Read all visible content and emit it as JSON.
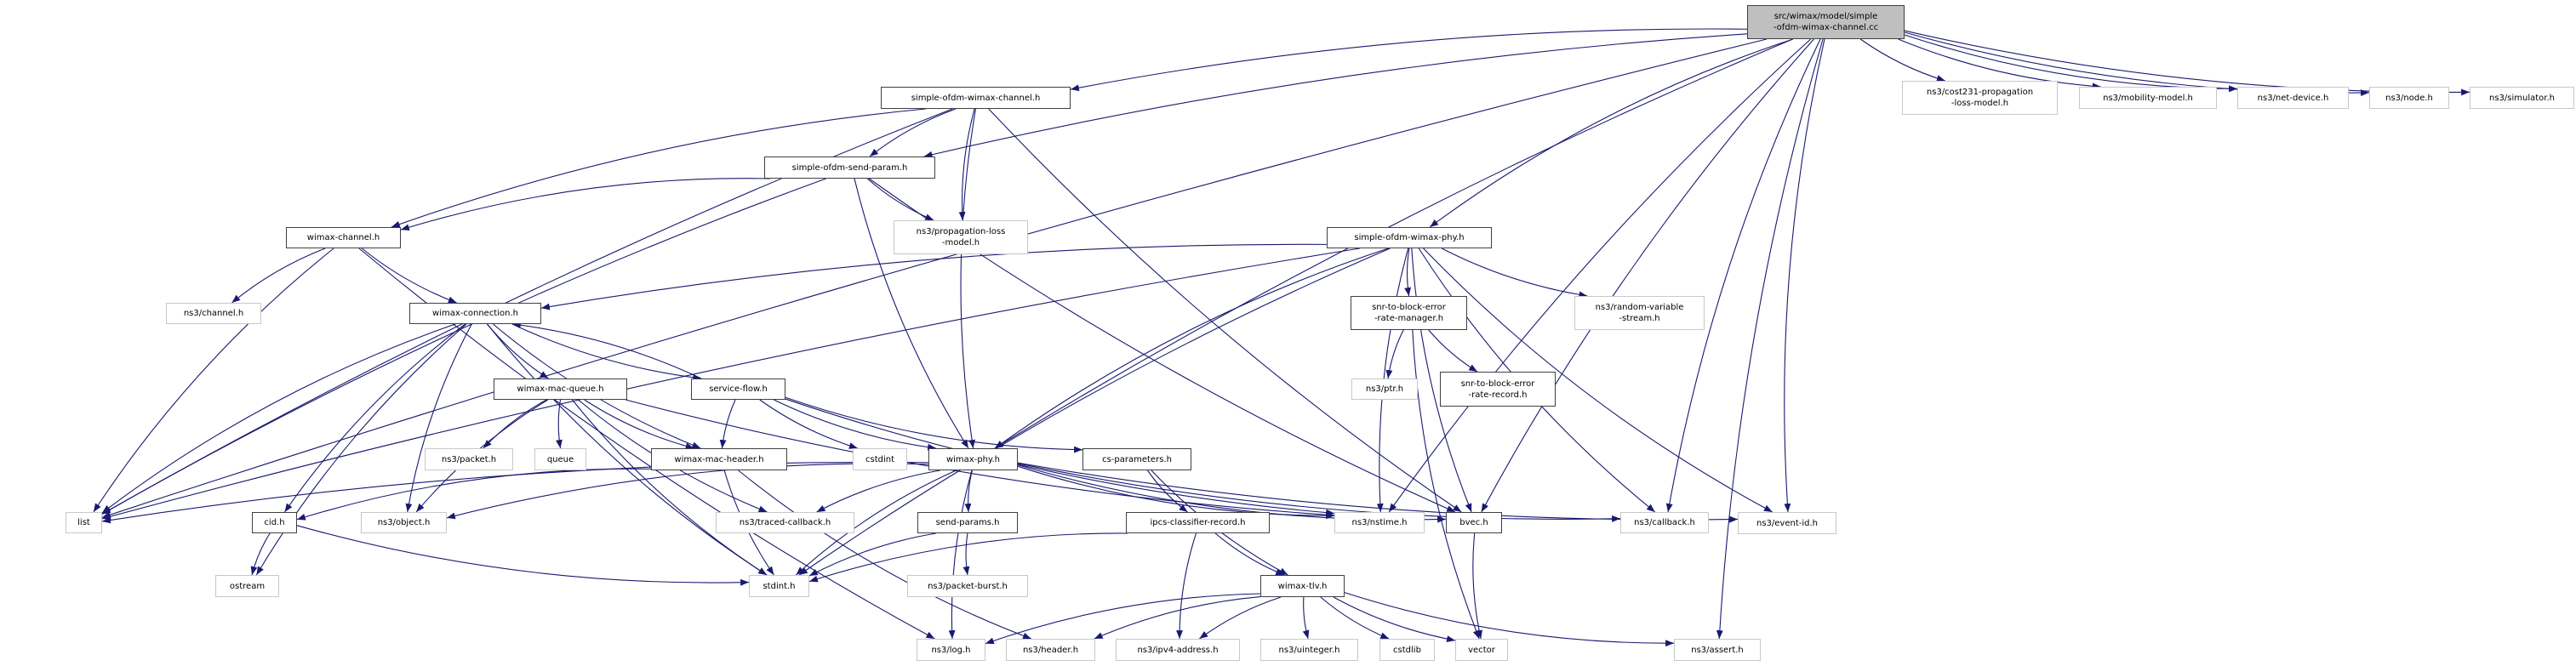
{
  "colors": {
    "edge": "#191970",
    "project_border": "#404040",
    "external_border": "#c8c8c8",
    "root_fill": "#bfbfbf"
  },
  "nodes": [
    {
      "id": "root",
      "label": "src/wimax/model/simple\n-ofdm-wimax-channel.cc",
      "kind": "root"
    },
    {
      "id": "sowc",
      "label": "simple-ofdm-wimax-channel.h",
      "kind": "project"
    },
    {
      "id": "sosp",
      "label": "simple-ofdm-send-param.h",
      "kind": "project"
    },
    {
      "id": "wch",
      "label": "wimax-channel.h",
      "kind": "project"
    },
    {
      "id": "chan",
      "label": "ns3/channel.h",
      "kind": "external"
    },
    {
      "id": "prop",
      "label": "ns3/propagation-loss\n-model.h",
      "kind": "external"
    },
    {
      "id": "sowp",
      "label": "simple-ofdm-wimax-phy.h",
      "kind": "project"
    },
    {
      "id": "wcon",
      "label": "wimax-connection.h",
      "kind": "project"
    },
    {
      "id": "snrm",
      "label": "snr-to-block-error\n-rate-manager.h",
      "kind": "project"
    },
    {
      "id": "rvs",
      "label": "ns3/random-variable\n-stream.h",
      "kind": "external"
    },
    {
      "id": "cost",
      "label": "ns3/cost231-propagation\n-loss-model.h",
      "kind": "external"
    },
    {
      "id": "mob",
      "label": "ns3/mobility-model.h",
      "kind": "external"
    },
    {
      "id": "netdev",
      "label": "ns3/net-device.h",
      "kind": "external"
    },
    {
      "id": "node",
      "label": "ns3/node.h",
      "kind": "external"
    },
    {
      "id": "sim",
      "label": "ns3/simulator.h",
      "kind": "external"
    },
    {
      "id": "wmq",
      "label": "wimax-mac-queue.h",
      "kind": "project"
    },
    {
      "id": "sf",
      "label": "service-flow.h",
      "kind": "project"
    },
    {
      "id": "ptr",
      "label": "ns3/ptr.h",
      "kind": "external"
    },
    {
      "id": "snrr",
      "label": "snr-to-block-error\n-rate-record.h",
      "kind": "project"
    },
    {
      "id": "pkt",
      "label": "ns3/packet.h",
      "kind": "external"
    },
    {
      "id": "queue",
      "label": "queue",
      "kind": "external"
    },
    {
      "id": "wmh",
      "label": "wimax-mac-header.h",
      "kind": "project"
    },
    {
      "id": "cstdint",
      "label": "cstdint",
      "kind": "external"
    },
    {
      "id": "wphy",
      "label": "wimax-phy.h",
      "kind": "project"
    },
    {
      "id": "csp",
      "label": "cs-parameters.h",
      "kind": "project"
    },
    {
      "id": "list",
      "label": "list",
      "kind": "external"
    },
    {
      "id": "cid",
      "label": "cid.h",
      "kind": "project"
    },
    {
      "id": "obj",
      "label": "ns3/object.h",
      "kind": "external"
    },
    {
      "id": "tcb",
      "label": "ns3/traced-callback.h",
      "kind": "external"
    },
    {
      "id": "sendp",
      "label": "send-params.h",
      "kind": "project"
    },
    {
      "id": "ipcs",
      "label": "ipcs-classifier-record.h",
      "kind": "project"
    },
    {
      "id": "nstime",
      "label": "ns3/nstime.h",
      "kind": "external"
    },
    {
      "id": "bvec",
      "label": "bvec.h",
      "kind": "project"
    },
    {
      "id": "cb",
      "label": "ns3/callback.h",
      "kind": "external"
    },
    {
      "id": "evid",
      "label": "ns3/event-id.h",
      "kind": "external"
    },
    {
      "id": "ostream",
      "label": "ostream",
      "kind": "external"
    },
    {
      "id": "stdint",
      "label": "stdint.h",
      "kind": "external"
    },
    {
      "id": "pburst",
      "label": "ns3/packet-burst.h",
      "kind": "external"
    },
    {
      "id": "tlv",
      "label": "wimax-tlv.h",
      "kind": "project"
    },
    {
      "id": "log",
      "label": "ns3/log.h",
      "kind": "external"
    },
    {
      "id": "hdr",
      "label": "ns3/header.h",
      "kind": "external"
    },
    {
      "id": "ipv4",
      "label": "ns3/ipv4-address.h",
      "kind": "external"
    },
    {
      "id": "uint",
      "label": "ns3/uinteger.h",
      "kind": "external"
    },
    {
      "id": "cstdlib",
      "label": "cstdlib",
      "kind": "external"
    },
    {
      "id": "vector",
      "label": "vector",
      "kind": "external"
    },
    {
      "id": "assert",
      "label": "ns3/assert.h",
      "kind": "external"
    }
  ],
  "edges": [
    [
      "root",
      "sowc"
    ],
    [
      "root",
      "sosp"
    ],
    [
      "root",
      "wphy"
    ],
    [
      "root",
      "sowp"
    ],
    [
      "root",
      "nstime"
    ],
    [
      "root",
      "bvec"
    ],
    [
      "root",
      "cb"
    ],
    [
      "root",
      "evid"
    ],
    [
      "root",
      "assert"
    ],
    [
      "root",
      "cost"
    ],
    [
      "root",
      "mob"
    ],
    [
      "root",
      "netdev"
    ],
    [
      "root",
      "node"
    ],
    [
      "root",
      "sim"
    ],
    [
      "root",
      "list"
    ],
    [
      "sowc",
      "sosp"
    ],
    [
      "sowc",
      "wch"
    ],
    [
      "sowc",
      "prop"
    ],
    [
      "sowc",
      "wphy"
    ],
    [
      "sowc",
      "bvec"
    ],
    [
      "sowc",
      "list"
    ],
    [
      "sosp",
      "wch"
    ],
    [
      "sosp",
      "prop"
    ],
    [
      "sosp",
      "wphy"
    ],
    [
      "sosp",
      "list"
    ],
    [
      "sosp",
      "bvec"
    ],
    [
      "wch",
      "chan"
    ],
    [
      "wch",
      "wcon"
    ],
    [
      "wch",
      "list"
    ],
    [
      "wch",
      "log"
    ],
    [
      "sowp",
      "wcon"
    ],
    [
      "sowp",
      "wphy"
    ],
    [
      "sowp",
      "snrm"
    ],
    [
      "sowp",
      "rvs"
    ],
    [
      "sowp",
      "nstime"
    ],
    [
      "sowp",
      "bvec"
    ],
    [
      "sowp",
      "cb"
    ],
    [
      "sowp",
      "evid"
    ],
    [
      "sowp",
      "list"
    ],
    [
      "sowp",
      "stdint"
    ],
    [
      "snrm",
      "ptr"
    ],
    [
      "snrm",
      "snrr"
    ],
    [
      "snrm",
      "vector"
    ],
    [
      "wcon",
      "wmq"
    ],
    [
      "wcon",
      "sf"
    ],
    [
      "wcon",
      "wmh"
    ],
    [
      "wcon",
      "cid"
    ],
    [
      "wcon",
      "obj"
    ],
    [
      "wcon",
      "ostream"
    ],
    [
      "wcon",
      "stdint"
    ],
    [
      "wcon",
      "list"
    ],
    [
      "sf",
      "wcon"
    ],
    [
      "sf",
      "wmh"
    ],
    [
      "sf",
      "cstdint"
    ],
    [
      "sf",
      "wphy"
    ],
    [
      "sf",
      "csp"
    ],
    [
      "sf",
      "nstime"
    ],
    [
      "wmq",
      "pkt"
    ],
    [
      "wmq",
      "queue"
    ],
    [
      "wmq",
      "wmh"
    ],
    [
      "wmq",
      "obj"
    ],
    [
      "wmq",
      "stdint"
    ],
    [
      "wmq",
      "tcb"
    ],
    [
      "wmq",
      "nstime"
    ],
    [
      "wmh",
      "cid"
    ],
    [
      "wmh",
      "stdint"
    ],
    [
      "wmh",
      "hdr"
    ],
    [
      "cid",
      "ostream"
    ],
    [
      "cid",
      "stdint"
    ],
    [
      "wphy",
      "sendp"
    ],
    [
      "wphy",
      "list"
    ],
    [
      "wphy",
      "obj"
    ],
    [
      "wphy",
      "tcb"
    ],
    [
      "wphy",
      "stdint"
    ],
    [
      "wphy",
      "nstime"
    ],
    [
      "wphy",
      "bvec"
    ],
    [
      "wphy",
      "cb"
    ],
    [
      "wphy",
      "evid"
    ],
    [
      "wphy",
      "log"
    ],
    [
      "sendp",
      "pburst"
    ],
    [
      "sendp",
      "stdint"
    ],
    [
      "csp",
      "ipcs"
    ],
    [
      "csp",
      "tlv"
    ],
    [
      "ipcs",
      "stdint"
    ],
    [
      "ipcs",
      "tlv"
    ],
    [
      "ipcs",
      "ipv4"
    ],
    [
      "tlv",
      "log"
    ],
    [
      "tlv",
      "hdr"
    ],
    [
      "tlv",
      "ipv4"
    ],
    [
      "tlv",
      "uint"
    ],
    [
      "tlv",
      "cstdlib"
    ],
    [
      "tlv",
      "vector"
    ],
    [
      "tlv",
      "assert"
    ],
    [
      "bvec",
      "vector"
    ]
  ]
}
